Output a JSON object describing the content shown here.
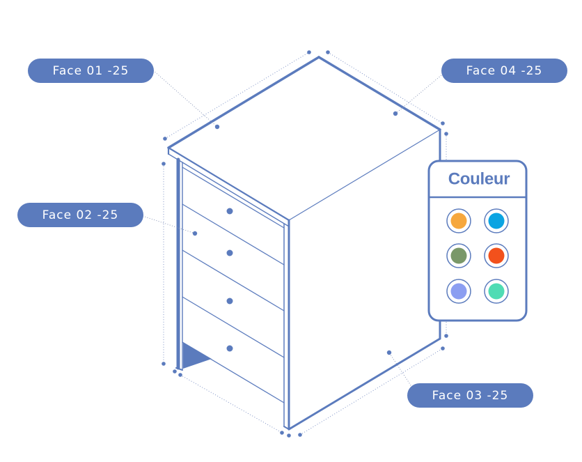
{
  "theme": {
    "accent": "#5b7bbd",
    "background": "#ffffff"
  },
  "face_labels": {
    "face_01": "Face 01 -25",
    "face_02": "Face 02 -25",
    "face_03": "Face 03 -25",
    "face_04": "Face 04 -25"
  },
  "color_panel": {
    "title": "Couleur",
    "swatches": [
      {
        "color": "#f6a73d"
      },
      {
        "color": "#0ba4e2"
      },
      {
        "color": "#7a9869"
      },
      {
        "color": "#f2511c"
      },
      {
        "color": "#8b9ef1"
      },
      {
        "color": "#4fdcb4"
      }
    ]
  }
}
